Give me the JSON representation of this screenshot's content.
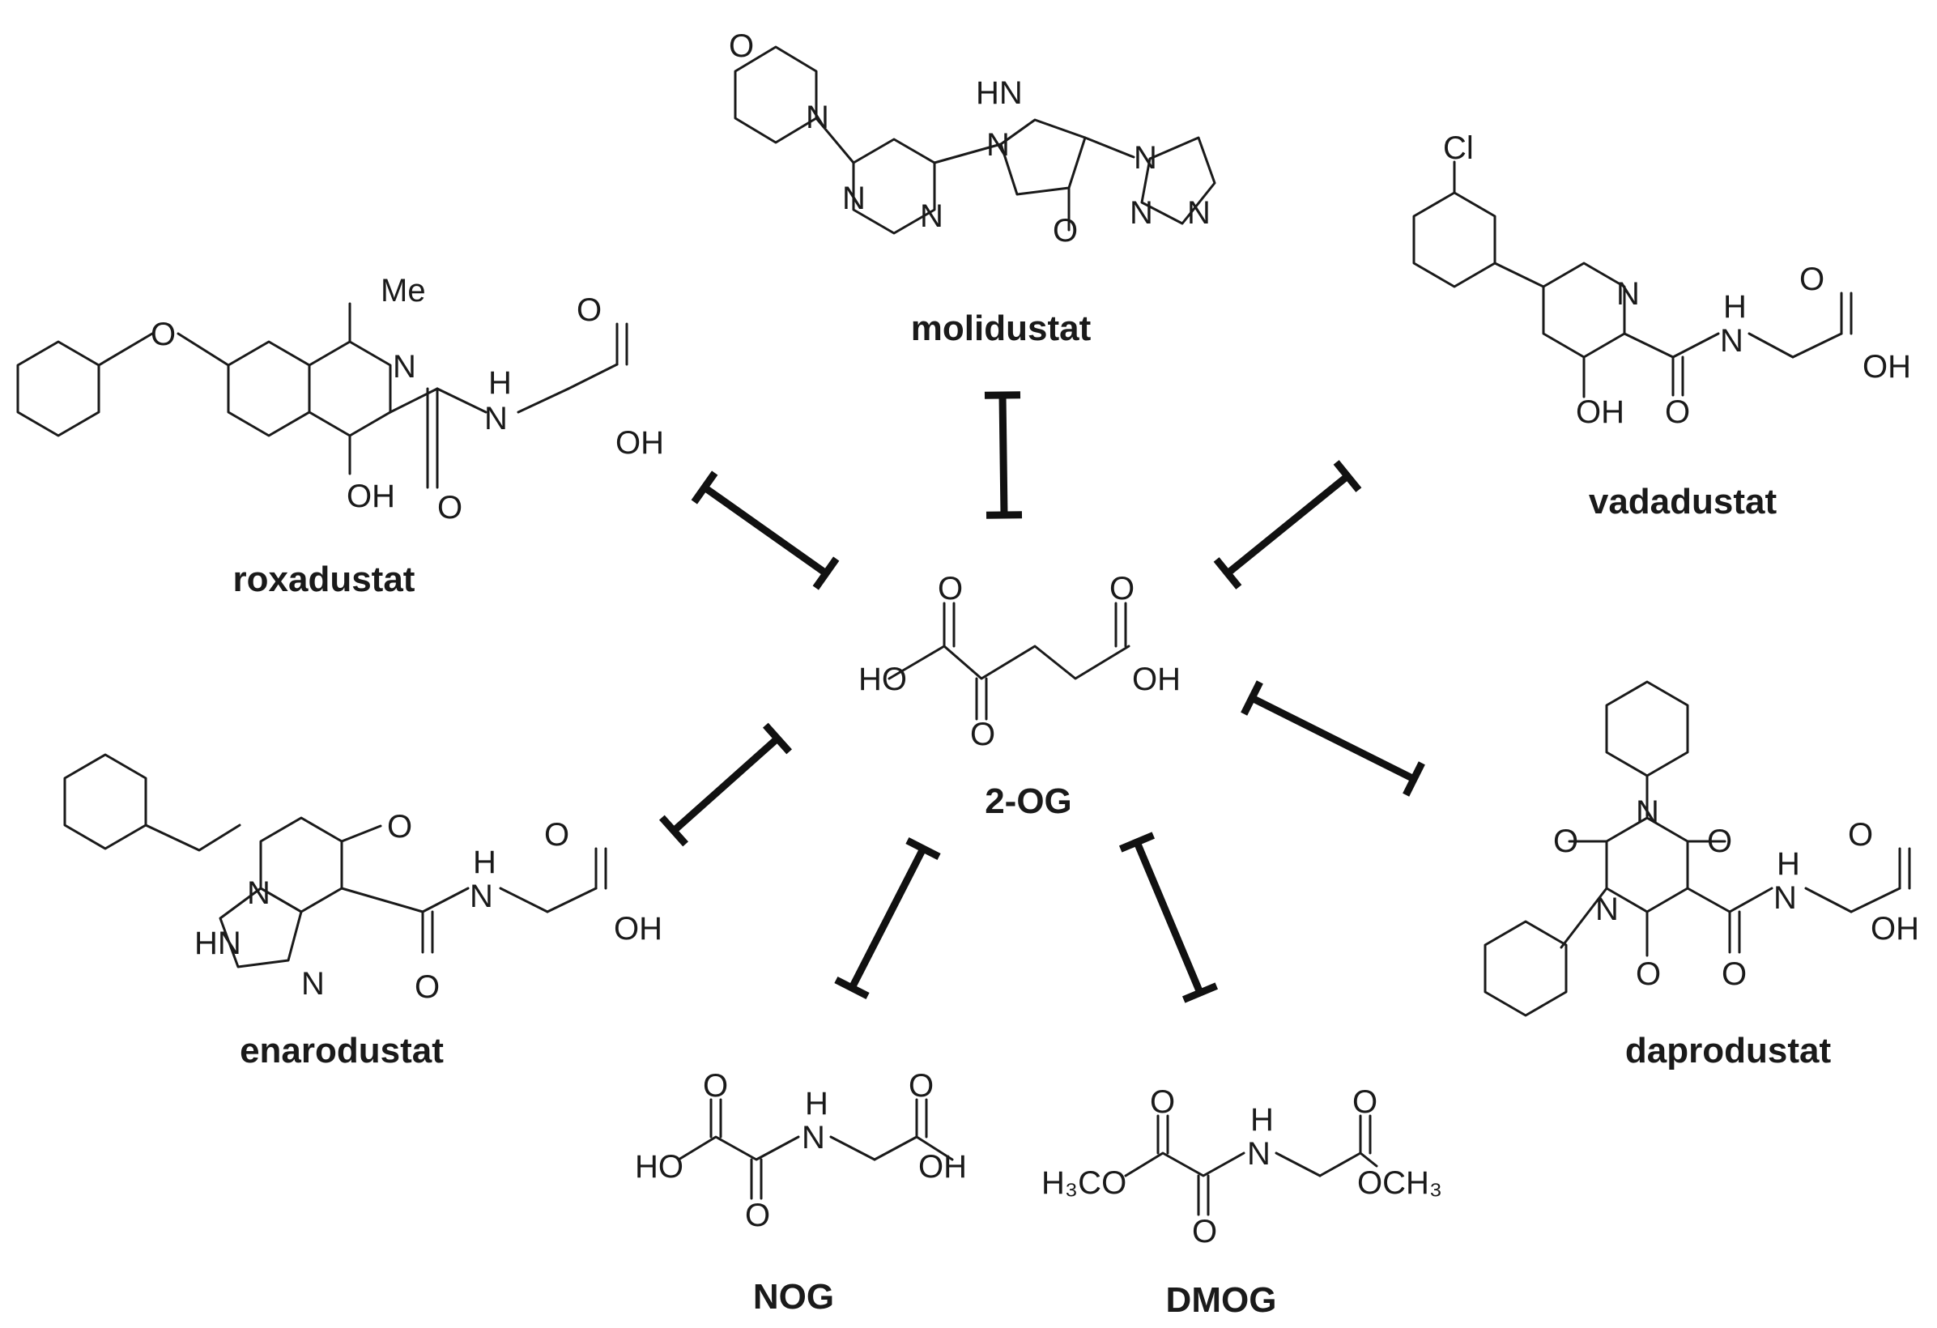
{
  "center": {
    "name": "2-OG"
  },
  "compounds": [
    {
      "id": "roxadustat",
      "name": "roxadustat"
    },
    {
      "id": "molidustat",
      "name": "molidustat"
    },
    {
      "id": "vadadustat",
      "name": "vadadustat"
    },
    {
      "id": "enarodustat",
      "name": "enarodustat"
    },
    {
      "id": "daprodustat",
      "name": "daprodustat"
    },
    {
      "id": "nog",
      "name": "NOG"
    },
    {
      "id": "dmog",
      "name": "DMOG"
    }
  ],
  "relation": "inhibits"
}
